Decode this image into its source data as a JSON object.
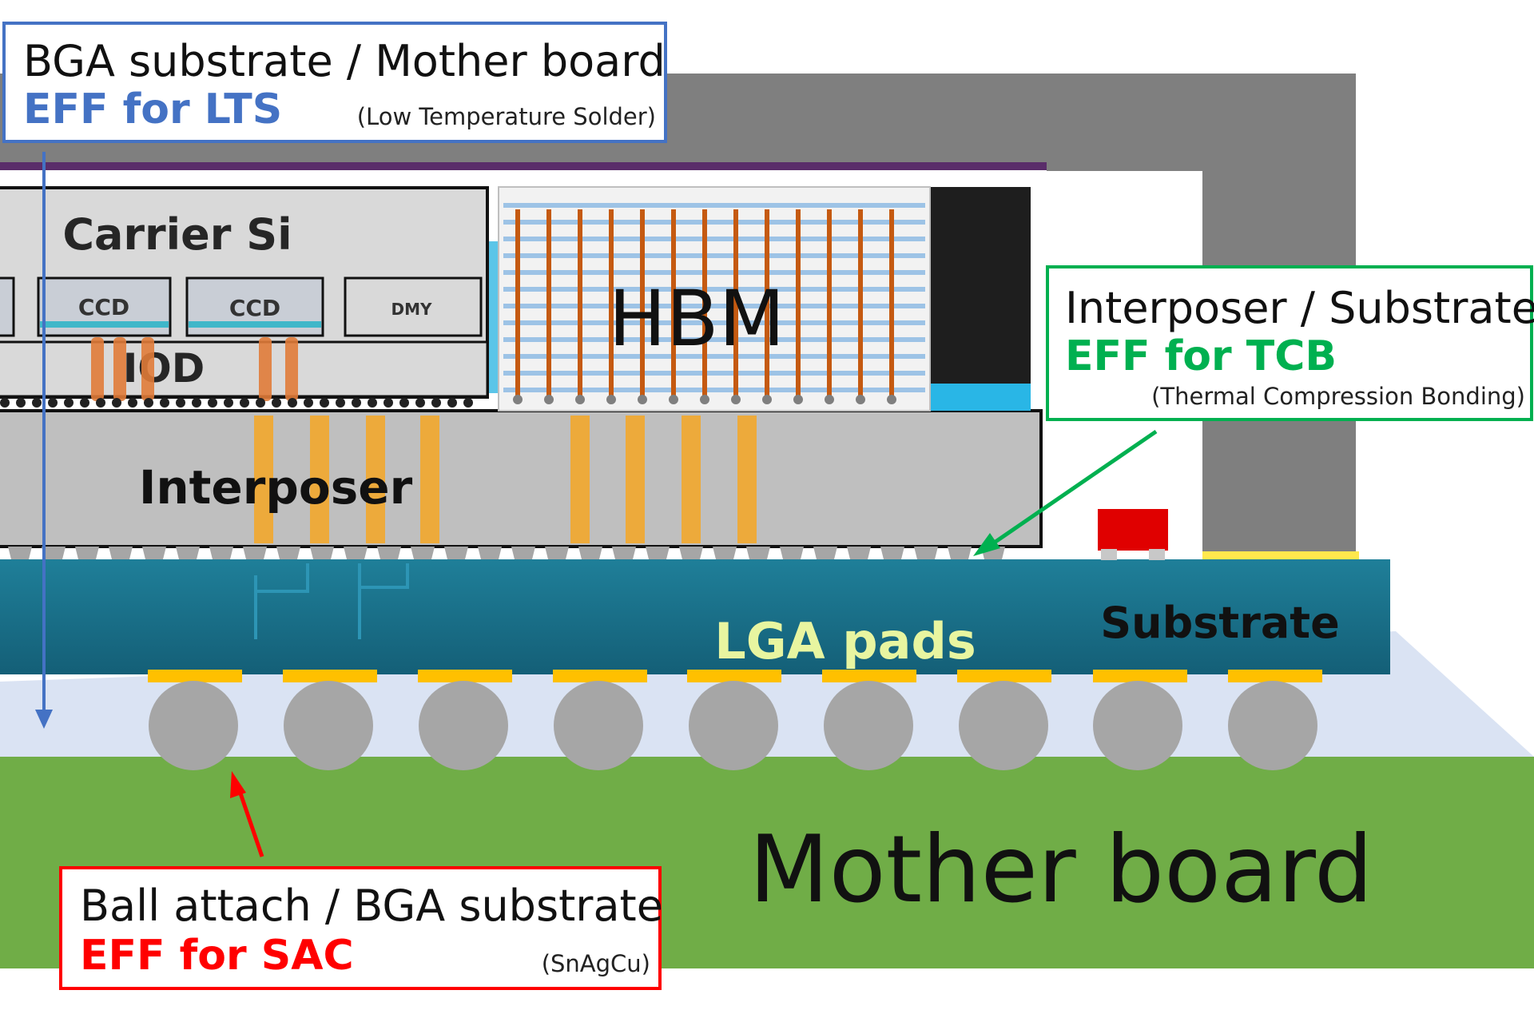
{
  "labels": {
    "carrier_si": "Carrier Si",
    "ccd_1": "CCD",
    "ccd_2": "CCD",
    "dmy": "DMY",
    "iod": "IOD",
    "hbm": "HBM",
    "interposer": "Interposer",
    "substrate": "Substrate",
    "lga_pads": "LGA pads",
    "mother_board": "Mother board"
  },
  "callouts": {
    "lts": {
      "title": "BGA substrate / Mother board",
      "flux": "EFF for LTS",
      "note": "(Low Temperature Solder)"
    },
    "tcb": {
      "title": "Interposer / Substrate",
      "flux": "EFF for TCB",
      "note": "(Thermal Compression Bonding)"
    },
    "sac": {
      "title": "Ball attach / BGA substrate",
      "flux": "EFF for SAC",
      "note": "(SnAgCu)"
    }
  },
  "colors": {
    "lts_blue": "#4472c4",
    "tcb_green": "#00b050",
    "sac_red": "#ff0000",
    "substrate_teal": "#1a6f8a",
    "mother_board_green": "#70ad47",
    "via_orange": "#f5a623",
    "solder_ball_gray": "#a6a6a6",
    "lid_gray": "#7f7f7f"
  }
}
